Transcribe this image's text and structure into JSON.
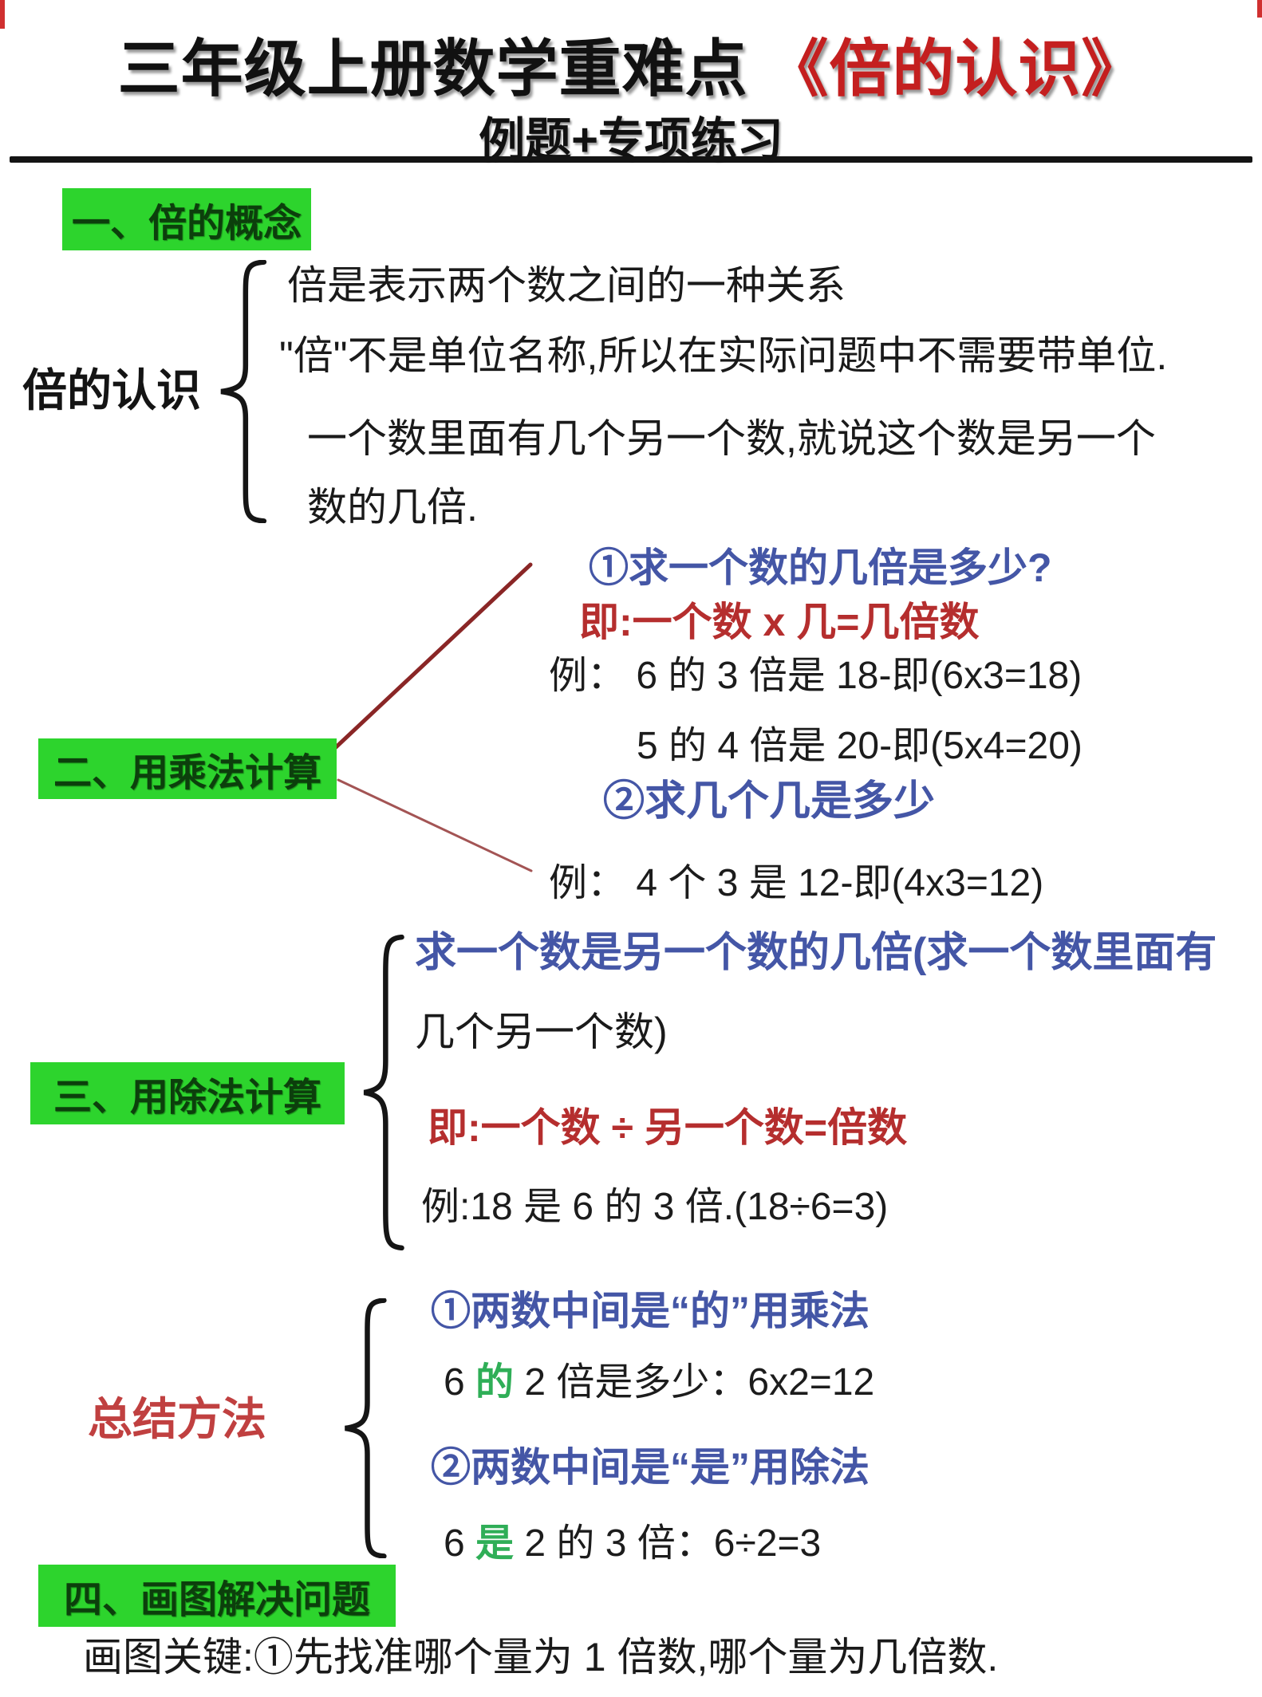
{
  "title": {
    "black": "三年级上册数学重难点",
    "red": " 《倍的认识》",
    "subtitle": "例题+专项练习"
  },
  "section1": {
    "badge": "一、倍的概念",
    "label": "倍的认识",
    "line1": "倍是表示两个数之间的一种关系",
    "line2": "\"倍\"不是单位名称,所以在实际问题中不需要带单位.",
    "line3": "一个数里面有几个另一个数,就说这个数是另一个",
    "line4": "数的几倍."
  },
  "section2": {
    "badge": "二、用乘法计算",
    "case1_title": "①求一个数的几倍是多少?",
    "case1_rule": "即:一个数 x 几=几倍数",
    "case1_example1": "例： 6 的 3 倍是 18-即(6x3=18)",
    "case1_example2": "5 的 4 倍是 20-即(5x4=20)",
    "case2_title": "②求几个几是多少",
    "case2_example": "例： 4 个 3 是 12-即(4x3=12)"
  },
  "section3": {
    "badge": "三、用除法计算",
    "desc_blue": "求一个数是另一个数的几倍(求一个数里面有",
    "desc_black": "几个另一个数)",
    "rule": "即:一个数 ÷ 另一个数=倍数",
    "example": "例:18 是 6 的 3 倍.(18÷6=3)"
  },
  "summary": {
    "label": "总结方法",
    "rule1": "①两数中间是“的”用乘法",
    "ex1_a": "6 ",
    "ex1_key": "的",
    "ex1_b": " 2 倍是多少：6x2=12",
    "rule2": "②两数中间是“是”用除法",
    "ex2_a": "6 ",
    "ex2_key": "是",
    "ex2_b": " 2 的 3 倍：6÷2=3"
  },
  "section4": {
    "badge": "四、画图解决问题",
    "note": "画图关键:①先找准哪个量为 1 倍数,哪个量为几倍数."
  },
  "colors": {
    "highlight_green": "#2dd42d",
    "keyword_green": "#2fae57",
    "title_red": "#c41f1f",
    "rule_red": "#b52e2e",
    "summary_red": "#c04040",
    "blue": "#4456a6",
    "connector_red": "#8a2626"
  }
}
